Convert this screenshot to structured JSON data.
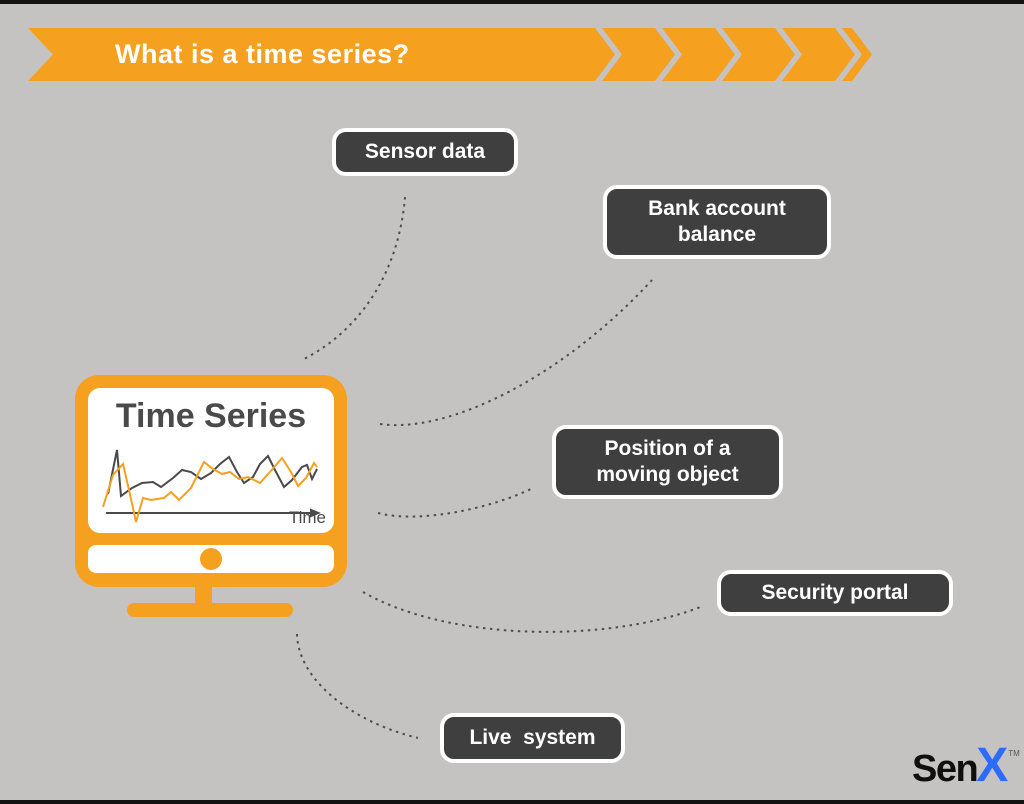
{
  "colors": {
    "background": "#c5c3c1",
    "orange": "#f5a01e",
    "box_dark": "#3f3f3f",
    "text_dark": "#4a4a4a",
    "dotted_line": "#4d4d4d",
    "logo_blue": "#2b6cff",
    "white": "#ffffff"
  },
  "banner": {
    "title": "What is a time series?"
  },
  "monitor": {
    "title": "Time Series",
    "axis_label": "Time",
    "chart": {
      "type": "line",
      "series": [
        {
          "name": "dark-series",
          "color": "#4a4a4a",
          "points": [
            [
              20,
              51
            ],
            [
              29,
              7
            ],
            [
              33,
              53
            ],
            [
              44,
              45
            ],
            [
              54,
              40
            ],
            [
              65,
              39
            ],
            [
              73,
              44
            ],
            [
              85,
              35
            ],
            [
              94,
              27
            ],
            [
              103,
              29
            ],
            [
              113,
              36
            ],
            [
              123,
              30
            ],
            [
              132,
              21
            ],
            [
              141,
              14
            ],
            [
              149,
              29
            ],
            [
              156,
              40
            ],
            [
              165,
              34
            ],
            [
              172,
              21
            ],
            [
              180,
              13
            ],
            [
              187,
              27
            ],
            [
              196,
              44
            ],
            [
              204,
              37
            ],
            [
              214,
              24
            ],
            [
              219,
              22
            ],
            [
              224,
              36
            ],
            [
              229,
              26
            ]
          ]
        },
        {
          "name": "orange-series",
          "color": "#f5a01e",
          "points": [
            [
              15,
              64
            ],
            [
              25,
              32
            ],
            [
              35,
              21
            ],
            [
              41,
              47
            ],
            [
              48,
              79
            ],
            [
              55,
              55
            ],
            [
              63,
              57
            ],
            [
              76,
              55
            ],
            [
              83,
              49
            ],
            [
              91,
              57
            ],
            [
              103,
              45
            ],
            [
              116,
              19
            ],
            [
              125,
              26
            ],
            [
              134,
              31
            ],
            [
              142,
              29
            ],
            [
              151,
              36
            ],
            [
              160,
              34
            ],
            [
              172,
              40
            ],
            [
              181,
              30
            ],
            [
              194,
              15
            ],
            [
              203,
              29
            ],
            [
              210,
              43
            ],
            [
              218,
              35
            ],
            [
              226,
              20
            ],
            [
              229,
              24
            ]
          ]
        }
      ]
    }
  },
  "labels": [
    {
      "id": "sensor-data",
      "text": "Sensor data"
    },
    {
      "id": "bank-account-balance",
      "text": "Bank account balance"
    },
    {
      "id": "position-of-a-moving-object",
      "text": "Position of a moving object"
    },
    {
      "id": "security-portal",
      "text": "Security portal"
    },
    {
      "id": "live-system",
      "text": "Live  system"
    }
  ],
  "logo": {
    "prefix": "Sen",
    "x": "X",
    "tm": "TM"
  }
}
